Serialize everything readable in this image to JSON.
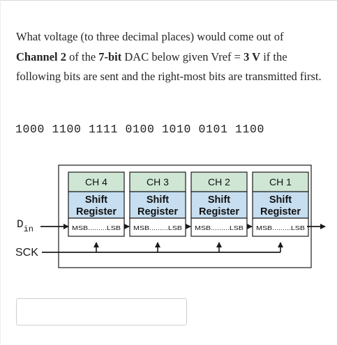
{
  "question": {
    "part1": "What voltage (to three decimal places) would come out of",
    "channel_bold": "Channel 2",
    "part2": " of the ",
    "bits_bold": "7-bit",
    "part3": " DAC below given Vref = ",
    "vref_bold": "3 V",
    "part4": " if the following bits are sent and the right-most bits are transmitted first."
  },
  "bitstream": "1000 1100 1111 0100 1010 0101 1100",
  "diagram": {
    "channels": [
      {
        "name": "CH 4",
        "label1": "Shift",
        "label2": "Register",
        "bits": "MSB.........LSB"
      },
      {
        "name": "CH 3",
        "label1": "Shift",
        "label2": "Register",
        "bits": "MSB.........LSB"
      },
      {
        "name": "CH 2",
        "label1": "Shift",
        "label2": "Register",
        "bits": "MSB.........LSB"
      },
      {
        "name": "CH 1",
        "label1": "Shift",
        "label2": "Register",
        "bits": "MSB.........LSB"
      }
    ],
    "din_main": "D",
    "din_sub": "in",
    "sck_label": "SCK",
    "colors": {
      "header_fill": "#cfe6d4",
      "register_fill": "#c6def0",
      "outline": "#1a1a1a"
    }
  },
  "answer": {
    "value": "",
    "placeholder": ""
  }
}
